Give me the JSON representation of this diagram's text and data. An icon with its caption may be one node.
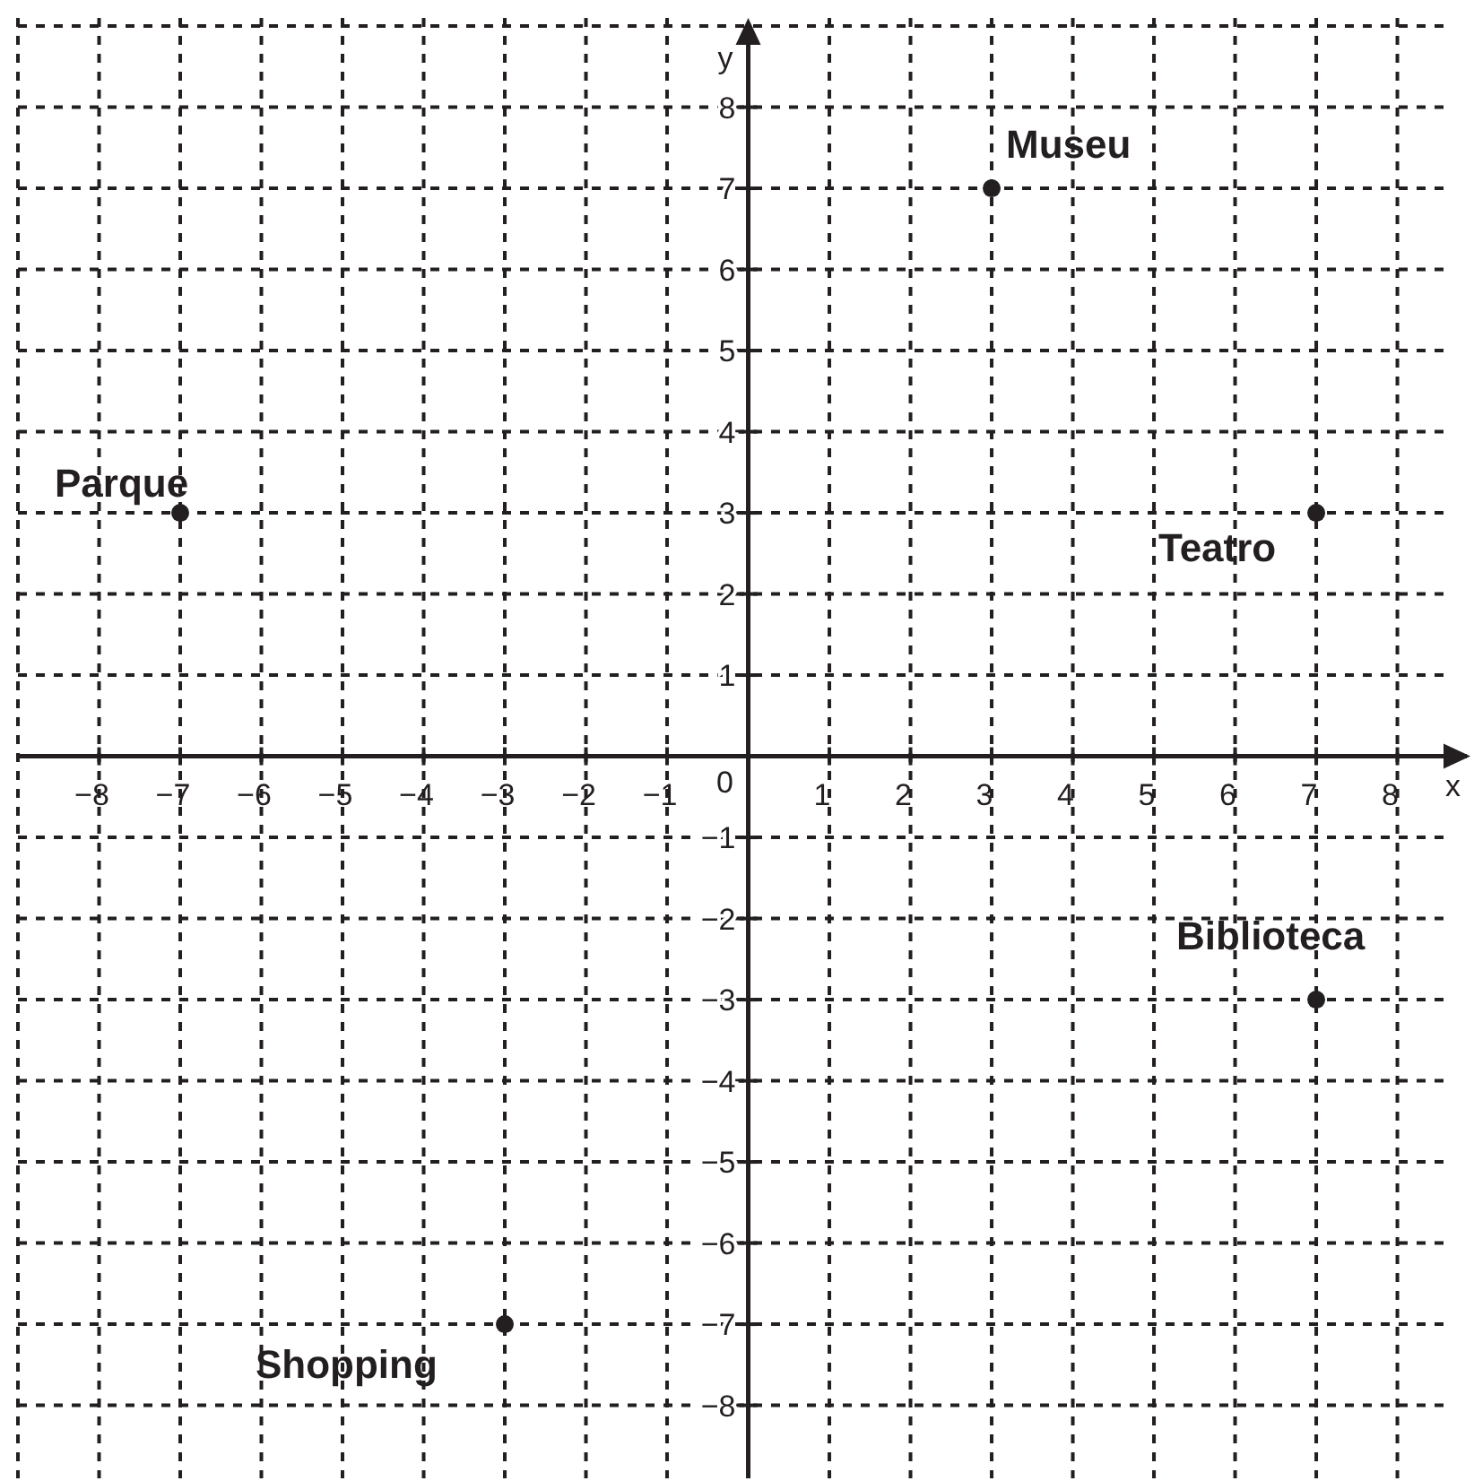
{
  "diagram": {
    "chart_data": {
      "type": "scatter",
      "xlabel": "x",
      "ylabel": "y",
      "xlim": [
        -9,
        8.9
      ],
      "ylim": [
        -8.9,
        9.1
      ],
      "grid": true,
      "xticks": [
        -8,
        -7,
        -6,
        -5,
        -4,
        -3,
        -2,
        -1,
        1,
        2,
        3,
        4,
        5,
        6,
        7,
        8
      ],
      "yticks": [
        -8,
        -7,
        -6,
        -5,
        -4,
        -3,
        -2,
        -1,
        1,
        2,
        3,
        4,
        5,
        6,
        7,
        8
      ],
      "x": [
        -7,
        3,
        7,
        7,
        -3
      ],
      "series": [
        {
          "color": "#231f20",
          "values": [
            3,
            7,
            3,
            -3,
            -7
          ]
        }
      ],
      "annotations": [
        {
          "x": -7,
          "y": 3,
          "text": "Parque"
        },
        {
          "x": 3,
          "y": 7,
          "text": "Museu"
        },
        {
          "x": 7,
          "y": 3,
          "text": "Teatro"
        },
        {
          "x": 7,
          "y": -3,
          "text": "Biblioteca"
        },
        {
          "x": -3,
          "y": -7,
          "text": "Shopping"
        }
      ]
    },
    "labels": [
      "0"
    ]
  }
}
